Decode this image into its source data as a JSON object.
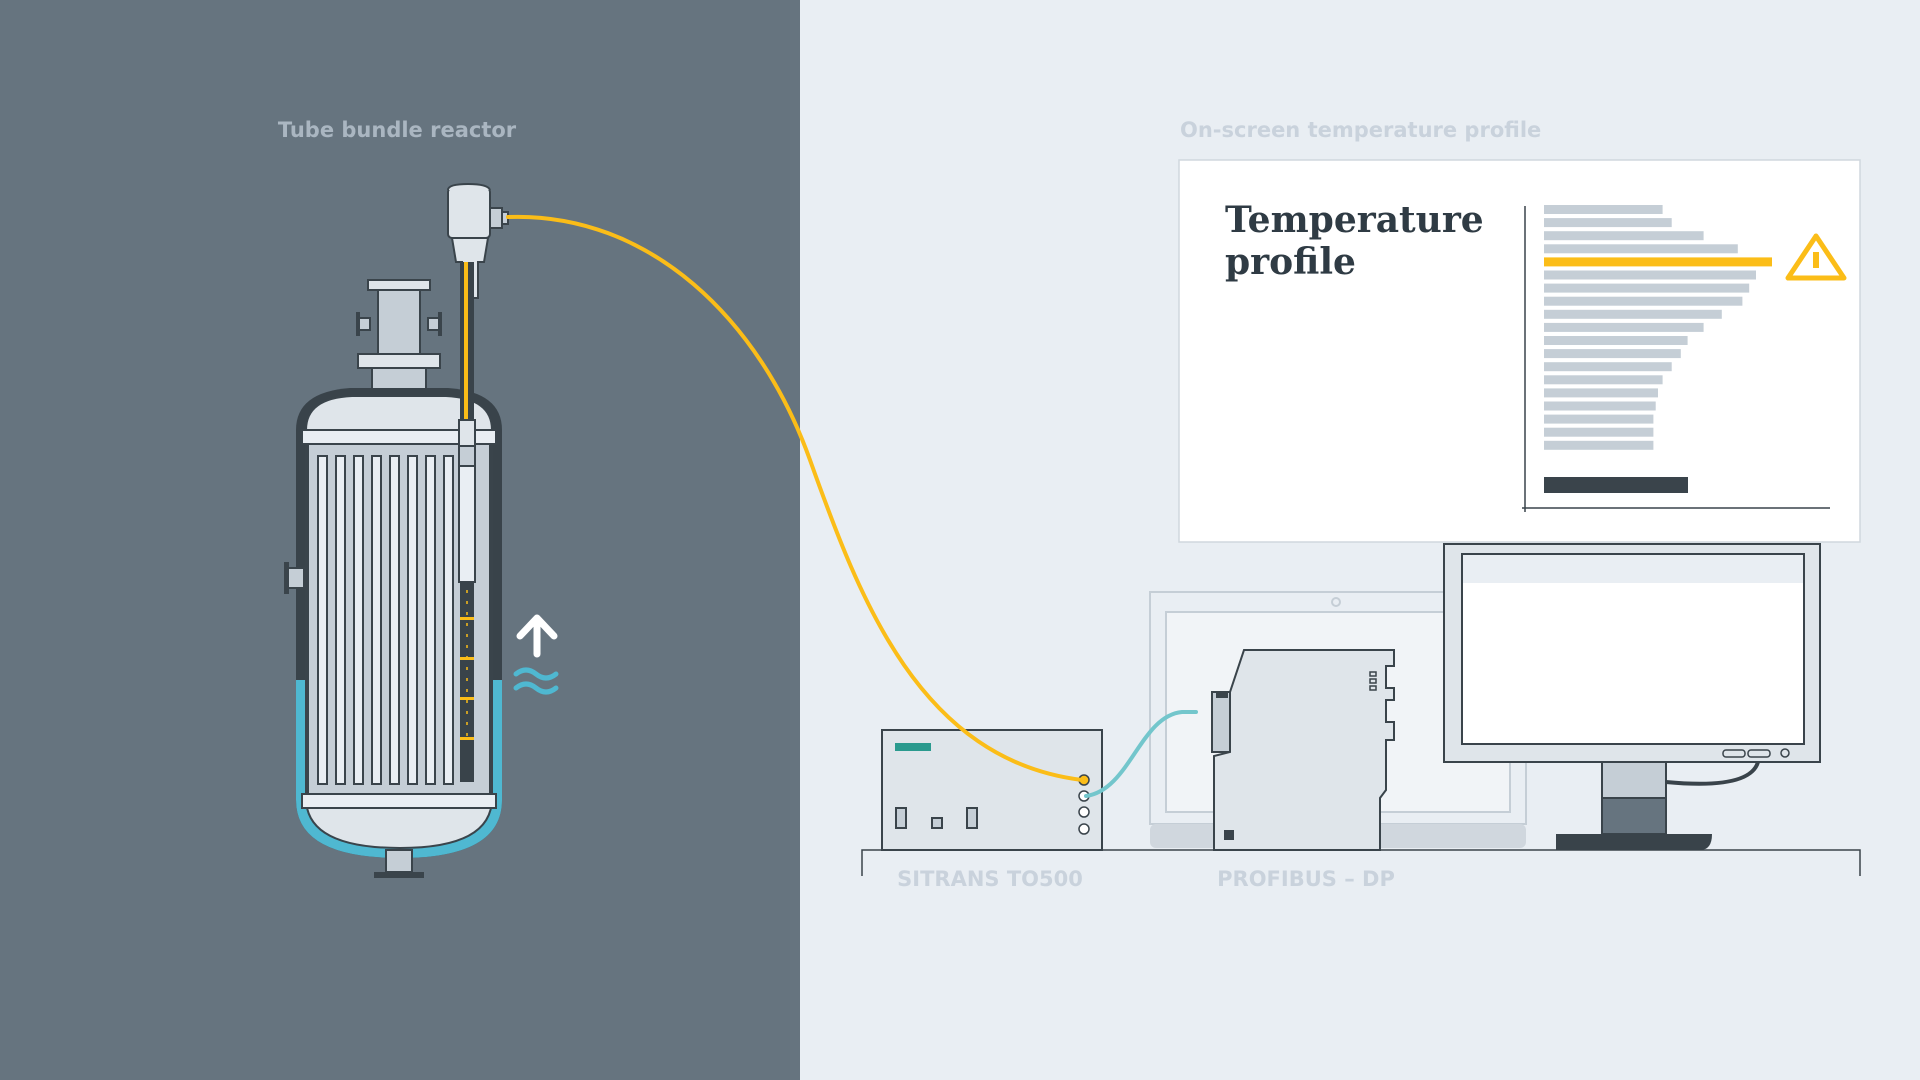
{
  "labels": {
    "reactor": "Tube bundle reactor",
    "profile_caption": "On-screen temperature profile",
    "transmitter": "SITRANS TO500",
    "bus": "PROFIBUS – DP"
  },
  "panel": {
    "title_line1": "Temperature",
    "title_line2": "profile"
  },
  "profile_bars": [
    0.52,
    0.56,
    0.7,
    0.85,
    1.0,
    0.93,
    0.9,
    0.87,
    0.78,
    0.7,
    0.63,
    0.6,
    0.56,
    0.52,
    0.5,
    0.49,
    0.48,
    0.48,
    0.48
  ],
  "highlight_index": 4,
  "colors": {
    "dark_bg": "#66747f",
    "light_bg": "#e9eef3",
    "accent": "#fbbd18",
    "warning": "#fbbd18",
    "coolant": "#4fb8d1",
    "cable": "#73c6cc",
    "brand": "#2a9a8e",
    "bar": "#c5ced6",
    "bar_dark": "#3a444b"
  }
}
